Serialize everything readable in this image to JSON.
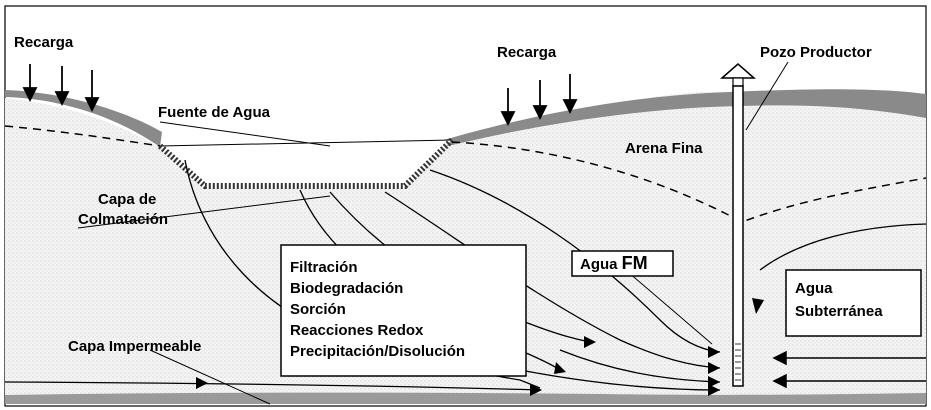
{
  "labels": {
    "recarga_left": "Recarga",
    "recarga_right": "Recarga",
    "pozo_productor": "Pozo Productor",
    "fuente_de_agua": "Fuente de Agua",
    "arena_fina": "Arena Fina",
    "capa_de": "Capa de",
    "colmatacion": "Colmatación",
    "agua_fm_prefix": "Agua ",
    "agua_fm_suffix": "FM",
    "agua": "Agua",
    "subterranea": "Subterránea",
    "capa_impermeable": "Capa Impermeable"
  },
  "processes": [
    "Filtración",
    "Biodegradación",
    "Sorción",
    "Reacciones Redox",
    "Precipitación/Disolución"
  ],
  "colors": {
    "soil": "#f2f2f2",
    "surface_band": "#8a8a8a",
    "lines": "#000000",
    "water": "#ffffff"
  }
}
